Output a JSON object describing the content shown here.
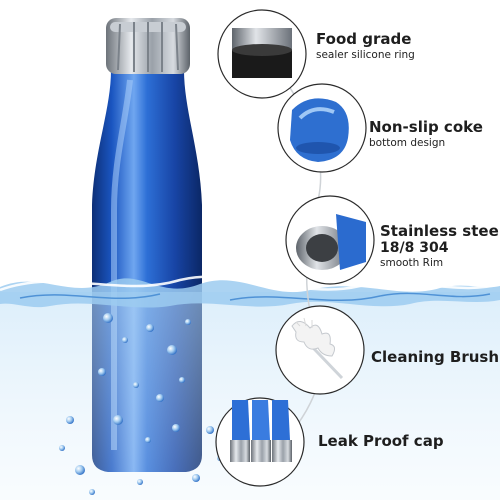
{
  "features": [
    {
      "title": "Food grade",
      "subtitle": "sealer silicone ring",
      "icon": "silicone-ring-icon"
    },
    {
      "title": "Non-slip coke",
      "subtitle": "bottom design",
      "icon": "bottle-bottom-icon"
    },
    {
      "title": "Stainless steel",
      "title_line2": "18/8  304",
      "subtitle": "smooth Rim",
      "icon": "steel-rim-icon"
    },
    {
      "title": "Cleaning Brush",
      "icon": "cleaning-brush-icon"
    },
    {
      "title": "Leak Proof cap",
      "icon": "leak-proof-cap-icon"
    }
  ],
  "colors": {
    "bottle_blue": "#1f5fc4",
    "bottle_dark": "#0d2f77",
    "steel": "#b9bfc6",
    "water": "#8fc4ee",
    "text": "#1e1e1e"
  }
}
